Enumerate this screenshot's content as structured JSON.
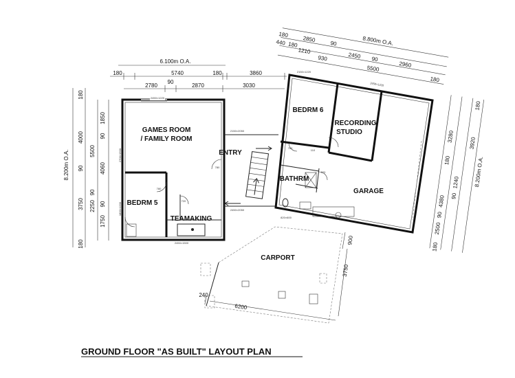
{
  "title": "GROUND FLOOR  \"AS BUILT\" LAYOUT PLAN",
  "rooms": {
    "games_room_1": "GAMES ROOM",
    "games_room_2": "/ FAMILY ROOM",
    "bedrm5": "BEDRM 5",
    "teamaking": "TEAMAKING",
    "entry": "ENTRY",
    "bedrm6": "BEDRM 6",
    "recording_1": "RECORDING",
    "recording_2": "STUDIO",
    "bathrm": "BATHRM",
    "garage": "GARAGE",
    "carport": "CARPORT"
  },
  "dims_left_top": {
    "overall": "6.100m O.A.",
    "d180a": "180",
    "d5740": "5740",
    "d180b": "180",
    "d3860": "3860",
    "d2780": "2780",
    "d90": "90",
    "d2870": "2870",
    "d3030": "3030"
  },
  "dims_right_top": {
    "overall": "8.800m O.A.",
    "d180": "180",
    "d2850": "2850",
    "d90a": "90",
    "d440": "440",
    "d180b": "180",
    "d1210": "1210",
    "d930": "930",
    "d2450": "2450",
    "d90b": "90",
    "d2960": "2960",
    "d5500": "5500",
    "d180c": "180"
  },
  "dims_left_side": {
    "overall": "8.200m O.A.",
    "d180a": "180",
    "d1850": "1850",
    "d4000": "4000",
    "d90a": "90",
    "d5500": "5500",
    "d4060": "4060",
    "d90b": "90",
    "d3750": "3750",
    "d90c": "90",
    "d2250": "2250",
    "d90d": "90",
    "d1750": "1750",
    "d180b": "180"
  },
  "dims_right_side": {
    "overall": "8.200m O.A.",
    "d180a": "180",
    "d3920": "3920",
    "d3280": "3280",
    "d180b": "180",
    "d1240": "1240",
    "d90a": "90",
    "d4380": "4380",
    "d90b": "90",
    "d2500": "2500",
    "d180c": "180"
  },
  "dims_carport": {
    "d900": "900",
    "d3750": "3750",
    "d240": "240",
    "d6200": "6200"
  },
  "tiny_labels": {
    "games_top": "2450×1220",
    "entry_window": "2150×2050",
    "bedrm6_top": "2150×1220",
    "garage_top": "2450×1220",
    "door780a": "780",
    "door780b": "780",
    "door720": "720",
    "door110": "110",
    "door760": "760",
    "bed5_left": "1800×1200",
    "games_left": "2700×1500",
    "lower_left_door": "2450×2050",
    "teamaking_bottom": "2450×1500",
    "bath_window": "820×600",
    "door820": "820"
  }
}
